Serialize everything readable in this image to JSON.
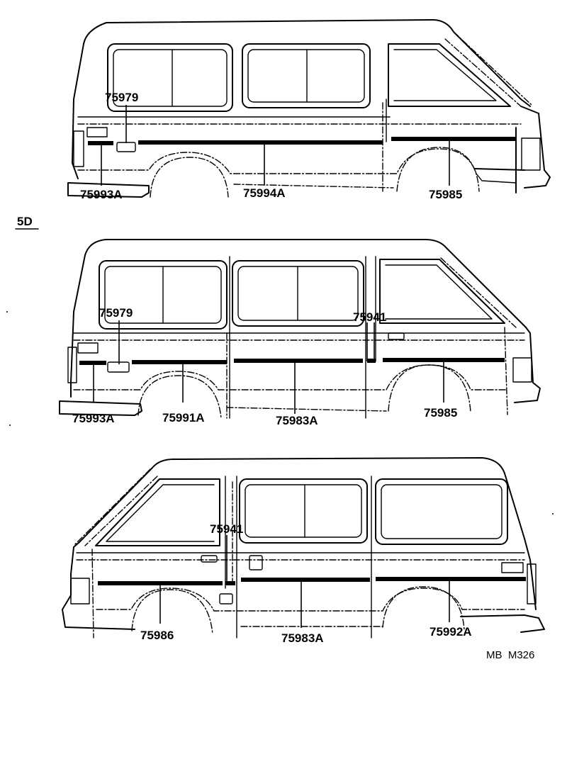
{
  "section_label": "5D",
  "drawing_code": "MB  M326",
  "views": [
    {
      "name": "upper-van",
      "labels": [
        "75979",
        "75993A",
        "75994A",
        "75985"
      ]
    },
    {
      "name": "middle-van",
      "labels": [
        "75979",
        "75941",
        "75993A",
        "75991A",
        "75983A",
        "75985"
      ]
    },
    {
      "name": "lower-van",
      "labels": [
        "75941",
        "75986",
        "75983A",
        "75992A"
      ]
    }
  ]
}
